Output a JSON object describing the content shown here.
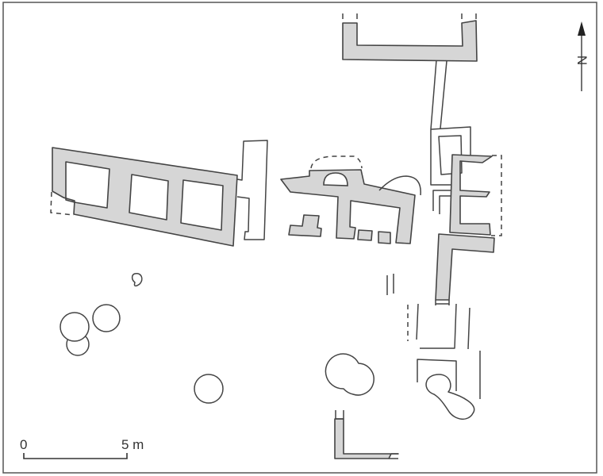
{
  "figure": {
    "type": "archaeological site plan",
    "north_label": "N",
    "scale_bar": {
      "start_label": "0",
      "end_label": "5 m",
      "length_m": 5
    },
    "colors": {
      "wall_fill": "#d6d6d6",
      "line": "#444444",
      "background": "#ffffff"
    }
  }
}
